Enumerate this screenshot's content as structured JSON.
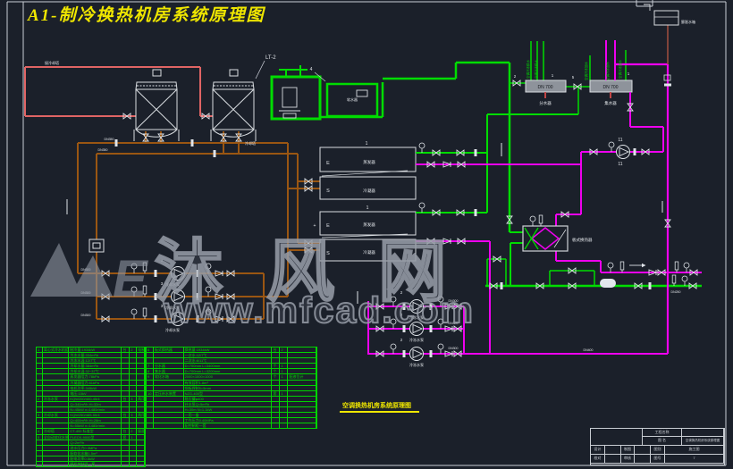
{
  "title": "A1-制冷换热机房系统原理图",
  "caption": "空调换热机房系统原理图",
  "watermark": {
    "logo_letter": "E",
    "name": "沐 风 网",
    "url": "www.mfcad.com"
  },
  "colors": {
    "background": "#1b202a",
    "pipe_green": "#00dc00",
    "pipe_magenta": "#ee00ee",
    "pipe_brown": "#9a5612",
    "pipe_red": "#e06464",
    "pipe_darkred": "#a34f3f",
    "line_white": "#dfe3e8",
    "title_yellow": "#efe600",
    "table_green": "#00d400",
    "watermark_gray": "#8e95a1",
    "header_fill": "#8e939b"
  },
  "labels": {
    "tower_tag": "LT-2",
    "tower_name": "冷却塔",
    "connect_tower": "接冷却塔",
    "header1": "DN 700",
    "header2": "DN 700",
    "header1_name": "分水器",
    "header2_name": "集水器",
    "chiller_no": "1",
    "evaporator": "蒸发器",
    "condenser": "冷凝器",
    "evap_letter": "E",
    "cond_letter": "S",
    "plus": "+",
    "hx_name": "板式换热器",
    "softener": "软水器",
    "tank_name": "膨胀水箱",
    "pump_cooling_tag": "3",
    "pump_cooling_name": "冷却水泵",
    "pump_chilled_tag": "2",
    "pump_chilled_name": "冷冻水泵",
    "pump11": "11",
    "tag1": "1",
    "tag2": "2",
    "tag4": "4",
    "tag5": "5",
    "riser_supply": "空调冷冻供水",
    "riser_return": "空调冷冻回水",
    "dn250": "DN250",
    "dn300": "DN300",
    "dn350": "DN350",
    "dn400": "DN400"
  },
  "equipment_tables": {
    "left": {
      "rows": [
        [
          "1",
          "离心式冷水机组",
          "制冷量:1934kW",
          "台",
          "2",
          "电制冷"
        ],
        [
          "",
          "",
          "冷冻水量:334m³/h",
          "",
          "",
          ""
        ],
        [
          "",
          "",
          "冷冻水温:12/7℃",
          "",
          "",
          ""
        ],
        [
          "",
          "",
          "冷却水量:384m³/h",
          "",
          "",
          ""
        ],
        [
          "",
          "",
          "冷却水温:32~37℃",
          "",
          "",
          ""
        ],
        [
          "",
          "",
          "蒸发器阻力:78kPa",
          "",
          "",
          ""
        ],
        [
          "",
          "",
          "冷凝器阻力:81kPa",
          "",
          "",
          ""
        ],
        [
          "",
          "",
          "电机功率:345kW",
          "",
          "",
          ""
        ],
        [
          "",
          "",
          "电压:10kV",
          "",
          "",
          ""
        ],
        [
          "2",
          "冷冻水泵",
          "KQW200/400-45/4",
          "台",
          "3",
          "两用一备"
        ],
        [
          "",
          "",
          "Q=340m³/h H=32m",
          "",
          "",
          ""
        ],
        [
          "",
          "",
          "N=45kW n=1480r/min",
          "",
          "",
          ""
        ],
        [
          "3",
          "冷却水泵",
          "KQW250/485-55/4",
          "台",
          "3",
          "两用一备"
        ],
        [
          "",
          "",
          "Q=400m³/h H=28m",
          "",
          "",
          ""
        ],
        [
          "",
          "",
          "N=55kW n=1480r/min",
          "",
          "",
          ""
        ],
        [
          "4",
          "冷却塔",
          "CT-400 标准型",
          "台",
          "2",
          "屋面安装"
        ],
        [
          "5",
          "全自动软化水装置",
          "FLECK-9000型",
          "套",
          "1",
          ""
        ],
        [
          "",
          "",
          "Q=2m³/h",
          "",
          "",
          ""
        ],
        [
          "",
          "",
          "进水压力0.3MPa",
          "",
          "",
          ""
        ],
        [
          "",
          "",
          "配软化水箱1.5m³",
          "",
          "",
          ""
        ],
        [
          "",
          "",
          "配电功率0.5kW",
          "",
          "",
          ""
        ],
        [
          "",
          "",
          "随机控制阀一套",
          "",
          "",
          ""
        ]
      ]
    },
    "right": {
      "rows": [
        [
          "6",
          "板式换热器",
          "换热量:1934kW",
          "台",
          "2",
          ""
        ],
        [
          "",
          "",
          "一次水:12/7℃",
          "",
          "",
          ""
        ],
        [
          "",
          "",
          "二次水:6/11℃",
          "",
          "",
          ""
        ],
        [
          "7",
          "分水器",
          "D=700mm L=3400mm",
          "个",
          "1",
          ""
        ],
        [
          "8",
          "集水器",
          "D=700mm L=3200mm",
          "个",
          "1",
          ""
        ],
        [
          "9",
          "软化水箱",
          "2000×1000×1000",
          "个",
          "1",
          "配液位计"
        ],
        [
          "",
          "",
          "有效容积1.8m³",
          "",
          "",
          ""
        ],
        [
          "",
          "",
          "钢板焊制δ=5mm",
          "",
          "",
          ""
        ],
        [
          "10",
          "定压补水装置",
          "NZG-400型",
          "套",
          "1",
          ""
        ],
        [
          "",
          "",
          "稳压罐φ400",
          "",
          "",
          ""
        ],
        [
          "",
          "",
          "补水泵Q=5m³/h",
          "",
          "",
          ""
        ],
        [
          "",
          "",
          "H=30m N=1.1kW",
          "",
          "",
          ""
        ],
        [
          "",
          "",
          "一用一备",
          "",
          "",
          ""
        ],
        [
          "",
          "",
          "工作压力0.40MPa",
          "",
          "",
          ""
        ],
        [
          "",
          "",
          "配控制柜一套",
          "",
          "",
          ""
        ]
      ]
    }
  },
  "title_block": {
    "project_label": "工程名称",
    "drawing_label": "图 名",
    "drawing_name": "空调换热机房系统原理图",
    "rows": [
      [
        "设计",
        "",
        "制图",
        "",
        "图别",
        "施工图"
      ],
      [
        "校对",
        "",
        "审核",
        "",
        "图号",
        "7"
      ]
    ]
  }
}
